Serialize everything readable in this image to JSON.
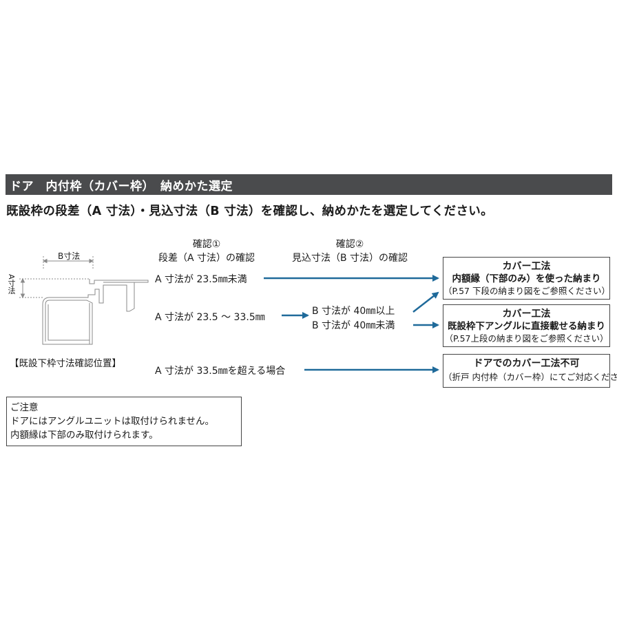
{
  "header": {
    "title": "ドア　内付枠（カバー枠）　納めかた選定"
  },
  "subtitle": "既設枠の段差（A 寸法）・見込寸法（B 寸法）を確認し、納めかたを選定してください。",
  "diagram": {
    "b_label": "B寸法",
    "a_label": "A寸法",
    "caption": "【既設下枠寸法確認位置】"
  },
  "check1": {
    "line1": "確認①",
    "line2": "段差（A 寸法）の確認"
  },
  "check2": {
    "line1": "確認②",
    "line2": "見込寸法（B 寸法）の確認"
  },
  "conditions": {
    "a_under": "A 寸法が 23.5㎜未満",
    "a_range": "A 寸法が 23.5 ～ 33.5㎜",
    "a_over": "A 寸法が 33.5㎜を超える場合",
    "b_over": "B 寸法が 40㎜以上",
    "b_under": "B 寸法が 40㎜未満"
  },
  "results": {
    "r1": {
      "title": "カバー工法",
      "line": "内額縁（下部のみ）を使った納まり",
      "note": "（P.57 下段の納まり図をご参照ください）"
    },
    "r2": {
      "title": "カバー工法",
      "line": "既設枠下アングルに直接載せる納まり",
      "note": "（P.57上段の納まり図をご参照ください）"
    },
    "r3": {
      "title": "ドアでのカバー工法不可",
      "note": "（折戸 内付枠（カバー枠）にてご対応ください）"
    }
  },
  "notice": {
    "heading": "ご注意",
    "line1": "ドアにはアングルユニットは取付けられません。",
    "line2": "内額縁は下部のみ取付けられます。"
  },
  "colors": {
    "header_bg": "#4a4b4d",
    "arrow": "#1f6a9a"
  }
}
